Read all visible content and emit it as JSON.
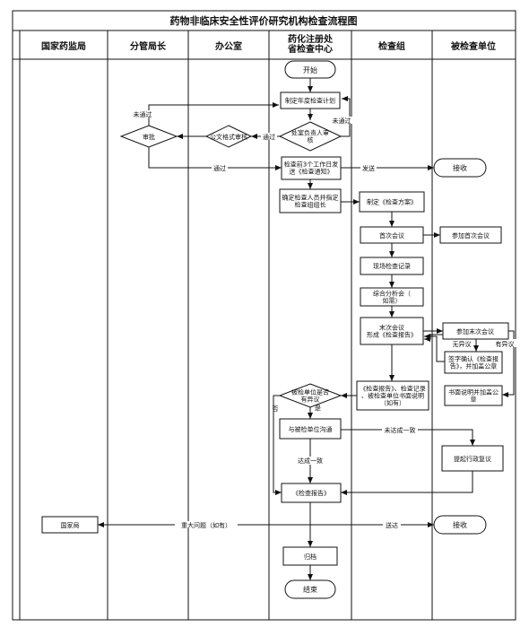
{
  "title": "药物非临床安全性评价研究机构检查流程图",
  "lanes": [
    {
      "label": "国家药监局"
    },
    {
      "label": "分管局长"
    },
    {
      "label": "办公室"
    },
    {
      "label": "药化注册处\n省检查中心"
    },
    {
      "label": "检查组"
    },
    {
      "label": "被检查单位"
    }
  ],
  "nodes": {
    "start": "开始",
    "plan": "制定年度检查计划",
    "review": "处室负责人审核",
    "format": "公文格式审核",
    "approve": "审批",
    "notify": "检查前3个工作日发送《检查通知》",
    "receive1": "接收",
    "team": "确定检查人员并指定检查组组长",
    "scheme": "制定《检查方案》",
    "first_meeting": "首次会议",
    "join_first": "参加首次会议",
    "onsite": "现场检查记录",
    "analysis": "综合分析会（如需）",
    "last_meeting": "末次会议\n形成《检查报告》",
    "join_last": "参加末次会议",
    "sign": "签字确认《检查报告》，并加盖公章",
    "written": "书面说明并加盖公章",
    "materials": "《检查报告》、检查记录、被检查单位书面说明（如有）",
    "objection": "被检单位是否有异议",
    "communicate": "与被检单位沟通",
    "appeal": "提起行政复议",
    "report": "《检查报告》",
    "nmpa": "国家局",
    "receive2": "接收",
    "archive": "归档",
    "end": "结束"
  },
  "edge_labels": {
    "not_pass_top": "未通过",
    "not_pass_right": "未通过",
    "pass_1": "通过",
    "pass_2": "通过",
    "send": "发送",
    "no_objection": "无异议",
    "has_objection": "有异议",
    "no": "否",
    "yes": "是",
    "disagree": "未达成一致",
    "agree": "达成一致",
    "major_issue": "重大问题（如有）",
    "deliver": "送达"
  }
}
